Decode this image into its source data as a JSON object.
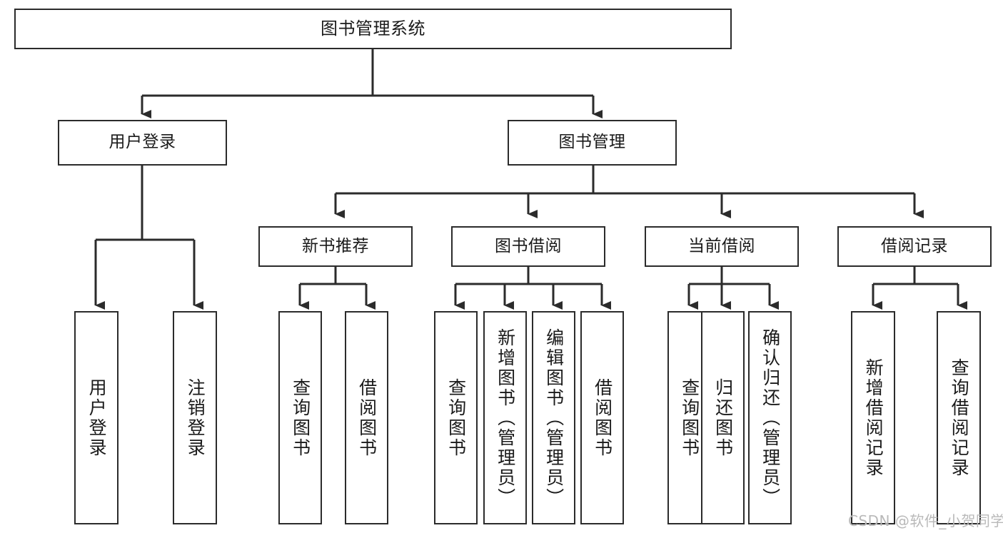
{
  "diagram": {
    "title": "图书管理系统",
    "type": "tree",
    "orientation": "top-down",
    "colors": {
      "node_border": "#2b2b2b",
      "node_fill": "#ffffff",
      "edge": "#2b2b2b",
      "text": "#1a1a1a",
      "watermark": "#b9b9b9",
      "background": "#ffffff"
    },
    "nodes": {
      "root": {
        "label": "图书管理系统"
      },
      "level2": [
        {
          "label": "用户登录"
        },
        {
          "label": "图书管理"
        }
      ],
      "level3": [
        {
          "label": "新书推荐"
        },
        {
          "label": "图书借阅"
        },
        {
          "label": "当前借阅"
        },
        {
          "label": "借阅记录"
        }
      ],
      "leaves_user_login": [
        {
          "label": "用户登录"
        },
        {
          "label": "注销登录"
        }
      ],
      "leaves_new_book": [
        {
          "label": "查询图书"
        },
        {
          "label": "借阅图书"
        }
      ],
      "leaves_borrow": [
        {
          "label": "查询图书"
        },
        {
          "label": "新增图书（管理员）"
        },
        {
          "label": "编辑图书（管理员）"
        },
        {
          "label": "借阅图书"
        }
      ],
      "leaves_current": [
        {
          "label": "查询图书"
        },
        {
          "label": "归还图书"
        },
        {
          "label": "确认归还（管理员）"
        }
      ],
      "leaves_records": [
        {
          "label": "新增借阅记录"
        },
        {
          "label": "查询借阅记录"
        }
      ]
    },
    "watermark": "CSDN @软件_小贺同学"
  }
}
